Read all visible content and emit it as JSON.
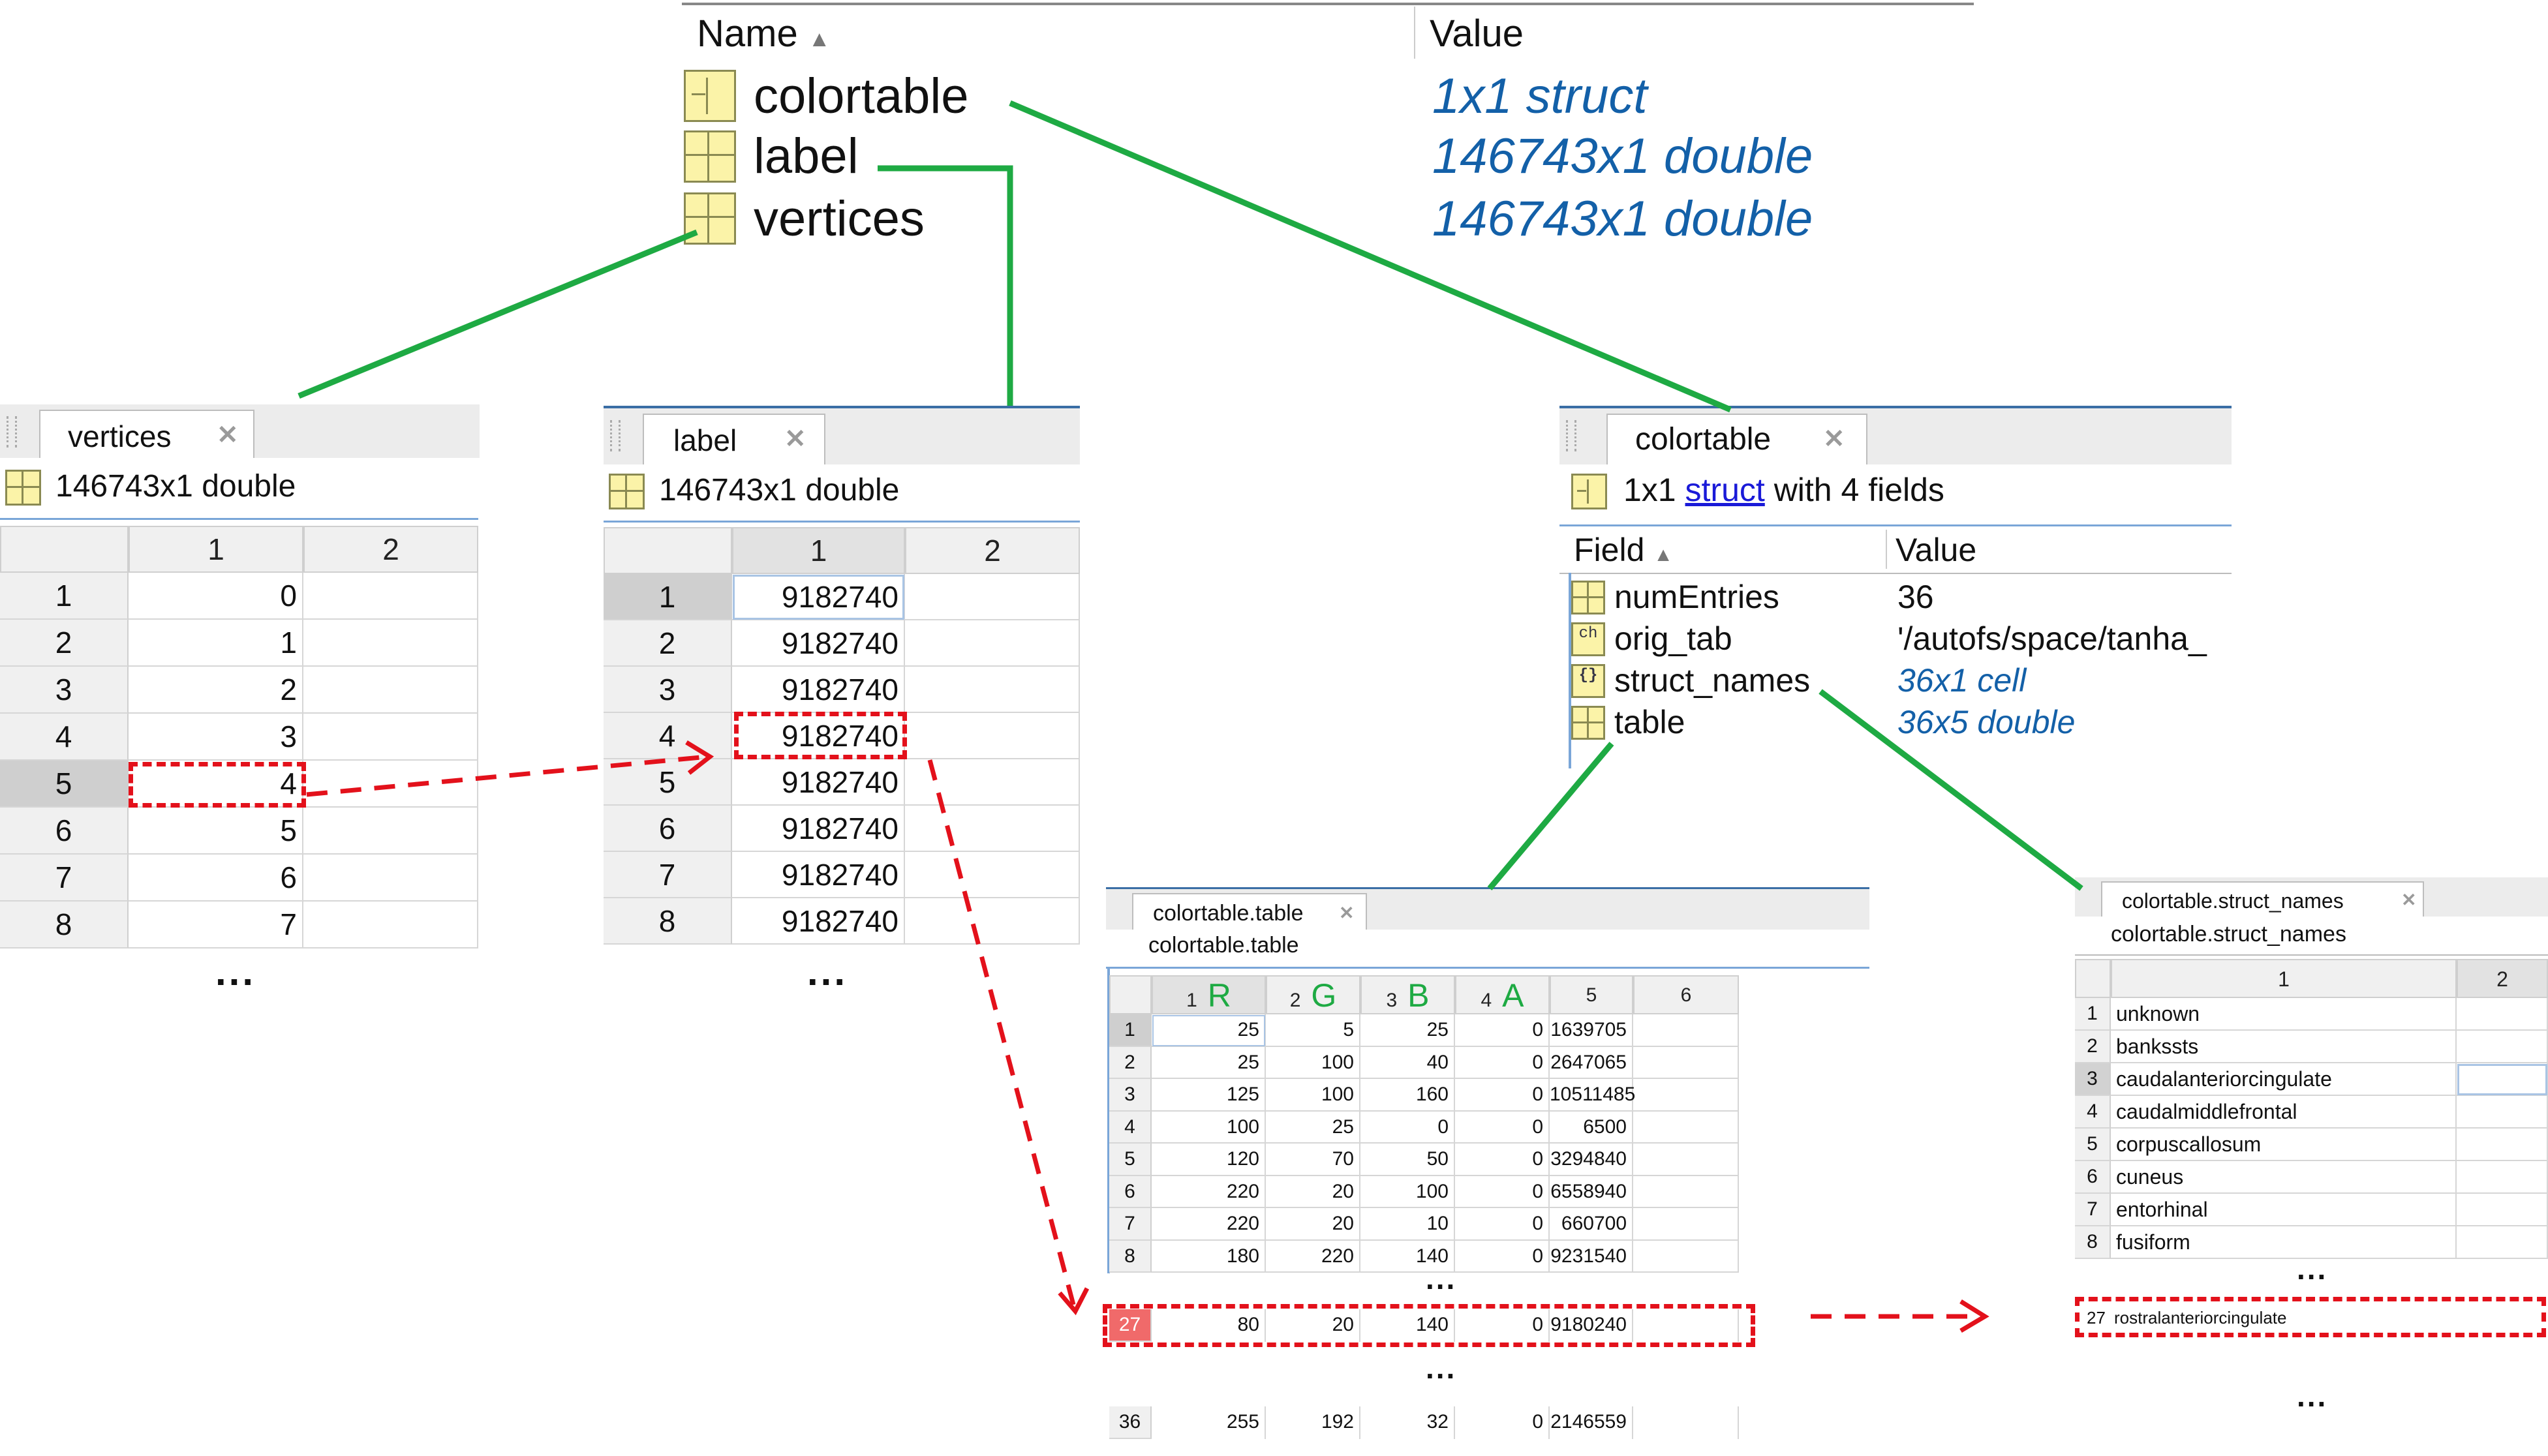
{
  "workspace": {
    "col_name": "Name",
    "col_value": "Value",
    "sort_indicator": "▲",
    "rows": [
      {
        "name": "colortable",
        "value": "1x1 struct",
        "icon": "struct-icon"
      },
      {
        "name": "label",
        "value": "146743x1 double",
        "icon": "grid-icon"
      },
      {
        "name": "vertices",
        "value": "146743x1 double",
        "icon": "grid-icon"
      }
    ]
  },
  "vertices_panel": {
    "tab": "vertices",
    "close": "✕",
    "info": "146743x1 double",
    "cols": [
      "1",
      "2"
    ],
    "rows": [
      "1",
      "2",
      "3",
      "4",
      "5",
      "6",
      "7",
      "8"
    ],
    "values": [
      "0",
      "1",
      "2",
      "3",
      "4",
      "5",
      "6",
      "7"
    ],
    "more": "..."
  },
  "label_panel": {
    "tab": "label",
    "close": "✕",
    "info": "146743x1 double",
    "cols": [
      "1",
      "2"
    ],
    "rows": [
      "1",
      "2",
      "3",
      "4",
      "5",
      "6",
      "7",
      "8"
    ],
    "values": [
      "9182740",
      "9182740",
      "9182740",
      "9182740",
      "9182740",
      "9182740",
      "9182740",
      "9182740"
    ],
    "more": "..."
  },
  "colortable_panel": {
    "tab": "colortable",
    "close": "✕",
    "info_prefix": "1x1",
    "info_link": "struct",
    "info_suffix": "with 4 fields",
    "col_field": "Field",
    "col_value": "Value",
    "sort_indicator": "▲",
    "fields": [
      {
        "name": "numEntries",
        "value": "36",
        "icon": "grid-icon"
      },
      {
        "name": "orig_tab",
        "value": "'/autofs/space/tanha_",
        "icon": "char-icon",
        "icon_text": "ch"
      },
      {
        "name": "struct_names",
        "value": "36x1 cell",
        "icon": "cell-icon",
        "icon_text": "{}"
      },
      {
        "name": "table",
        "value": "36x5 double",
        "icon": "grid-icon"
      }
    ]
  },
  "table_panel": {
    "tab": "colortable.table",
    "close": "✕",
    "info": "colortable.table",
    "cols": [
      "1",
      "2",
      "3",
      "4",
      "5",
      "6"
    ],
    "col_letters": [
      "R",
      "G",
      "B",
      "A"
    ],
    "rows": [
      {
        "i": "1",
        "v": [
          "25",
          "5",
          "25",
          "0",
          "1639705"
        ]
      },
      {
        "i": "2",
        "v": [
          "25",
          "100",
          "40",
          "0",
          "2647065"
        ]
      },
      {
        "i": "3",
        "v": [
          "125",
          "100",
          "160",
          "0",
          "10511485"
        ]
      },
      {
        "i": "4",
        "v": [
          "100",
          "25",
          "0",
          "0",
          "6500"
        ]
      },
      {
        "i": "5",
        "v": [
          "120",
          "70",
          "50",
          "0",
          "3294840"
        ]
      },
      {
        "i": "6",
        "v": [
          "220",
          "20",
          "100",
          "0",
          "6558940"
        ]
      },
      {
        "i": "7",
        "v": [
          "220",
          "20",
          "10",
          "0",
          "660700"
        ]
      },
      {
        "i": "8",
        "v": [
          "180",
          "220",
          "140",
          "0",
          "9231540"
        ]
      }
    ],
    "more1": "...",
    "row27": {
      "i": "27",
      "v": [
        "80",
        "20",
        "140",
        "0",
        "9180240"
      ]
    },
    "more2": "...",
    "row36": {
      "i": "36",
      "v": [
        "255",
        "192",
        "32",
        "0",
        "2146559"
      ]
    }
  },
  "names_panel": {
    "tab": "colortable.struct_names",
    "close": "✕",
    "info": "colortable.struct_names",
    "cols": [
      "1",
      "2"
    ],
    "rows": [
      {
        "i": "1",
        "v": "unknown"
      },
      {
        "i": "2",
        "v": "bankssts"
      },
      {
        "i": "3",
        "v": "caudalanteriorcingulate"
      },
      {
        "i": "4",
        "v": "caudalmiddlefrontal"
      },
      {
        "i": "5",
        "v": "corpuscallosum"
      },
      {
        "i": "6",
        "v": "cuneus"
      },
      {
        "i": "7",
        "v": "entorhinal"
      },
      {
        "i": "8",
        "v": "fusiform"
      }
    ],
    "more1": "...",
    "row27": {
      "i": "27",
      "v": "rostralanteriorcingulate"
    },
    "more2": "..."
  },
  "colors": {
    "connector_green": "#1eaa43",
    "highlight_red": "#e3111b",
    "value_blue": "#1360a8",
    "tab_accent": "#3a6ea5"
  }
}
